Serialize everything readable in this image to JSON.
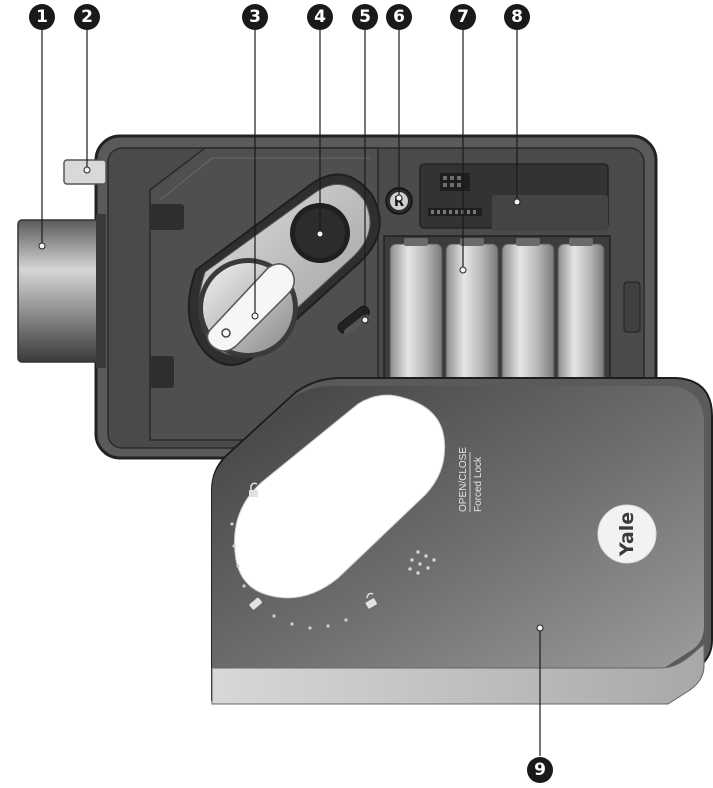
{
  "callouts": [
    {
      "number": "1"
    },
    {
      "number": "2"
    },
    {
      "number": "3"
    },
    {
      "number": "4"
    },
    {
      "number": "5"
    },
    {
      "number": "6"
    },
    {
      "number": "7"
    },
    {
      "number": "8"
    },
    {
      "number": "9"
    }
  ],
  "body_markings": {
    "reset_letter": "R"
  },
  "cover": {
    "mode_line1": "OPEN/CLOSE",
    "mode_line2": "Forced Lock",
    "brand": "Yale"
  },
  "colors": {
    "callout_fill": "#1a1a1a",
    "body_dark": "#4a4a4a",
    "body_outline": "#2b2b2b",
    "cover_dark": "#3c3c3c",
    "cover_light": "#8a8a8a",
    "battery": "#bdbdbd",
    "brand_badge": "#f2f2f2"
  }
}
